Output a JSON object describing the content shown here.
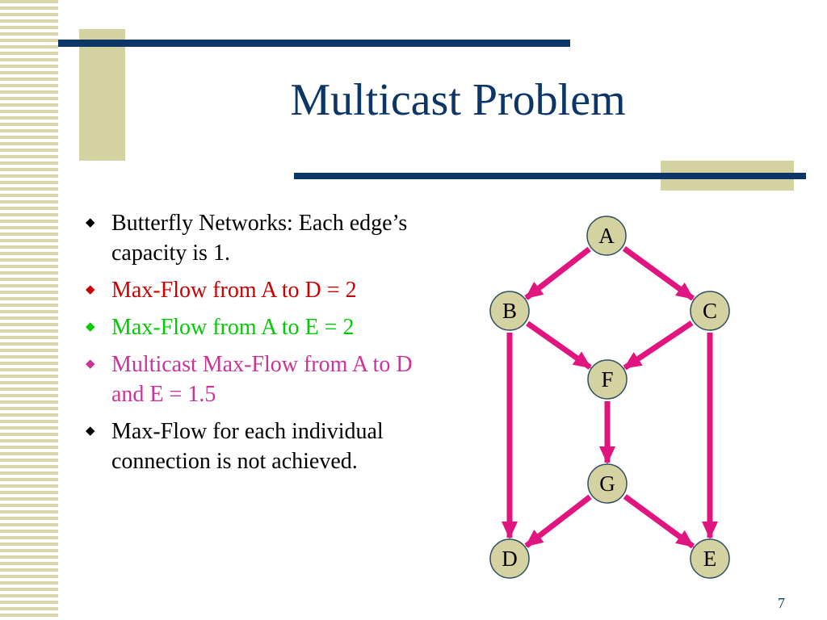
{
  "slide": {
    "title": "Multicast Problem",
    "page_number": "7"
  },
  "bullets": [
    {
      "text": "Butterfly Networks: Each edge’s capacity is 1.",
      "color": "#000000"
    },
    {
      "text": "Max-Flow from A to D = 2",
      "color": "#cc0000"
    },
    {
      "text": "Max-Flow from A to E = 2",
      "color": "#00cc00"
    },
    {
      "text": "Multicast Max-Flow from A to D and E = 1.5",
      "color": "#cc3399"
    },
    {
      "text": "Max-Flow for each individual connection is not achieved.",
      "color": "#000000"
    }
  ],
  "diagram": {
    "nodes": [
      "A",
      "B",
      "C",
      "F",
      "G",
      "D",
      "E"
    ],
    "edges": [
      [
        "A",
        "B"
      ],
      [
        "A",
        "C"
      ],
      [
        "B",
        "F"
      ],
      [
        "C",
        "F"
      ],
      [
        "F",
        "G"
      ],
      [
        "B",
        "D"
      ],
      [
        "C",
        "E"
      ],
      [
        "G",
        "D"
      ],
      [
        "G",
        "E"
      ]
    ],
    "edge_color": "#e0157f",
    "node_fill": "#d4d2a0",
    "node_stroke": "#2f4f5f"
  },
  "colors": {
    "accent": "#0b3667",
    "decor": "#d4d2a0"
  }
}
